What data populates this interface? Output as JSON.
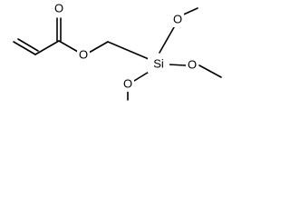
{
  "molecule": {
    "atoms": {
      "carbonyl_oxygen": "O",
      "ester_oxygen": "O",
      "silicon": "Si",
      "methoxy_top_oxygen": "O",
      "methoxy_right_oxygen": "O",
      "methoxy_bottom_oxygen": "O"
    }
  }
}
